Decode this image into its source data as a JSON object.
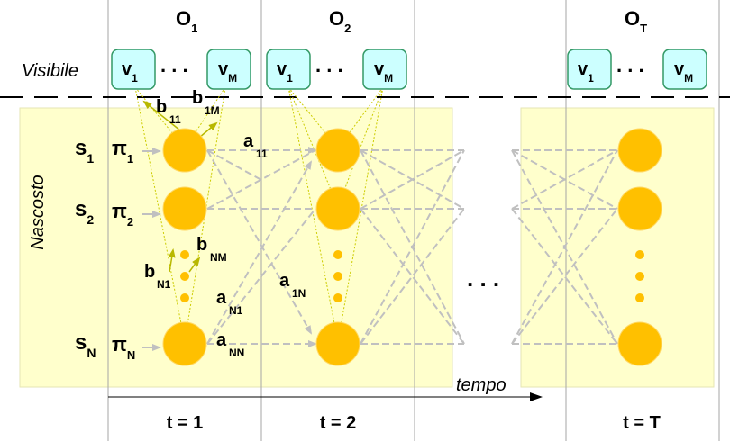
{
  "diagram": {
    "observations": [
      {
        "label": "O",
        "sub": "1"
      },
      {
        "label": "O",
        "sub": "2"
      },
      {
        "label": "O",
        "sub": "T"
      }
    ],
    "visible_label": "Visibile",
    "hidden_label": "Nascosto",
    "symbols": {
      "v_first": {
        "label": "v",
        "sub": "1"
      },
      "v_last": {
        "label": "v",
        "sub": "M"
      },
      "ellipsis": ". . ."
    },
    "states": [
      {
        "label": "s",
        "sub": "1"
      },
      {
        "label": "s",
        "sub": "2"
      },
      {
        "label": "s",
        "sub": "N"
      }
    ],
    "initial_probs": [
      {
        "label": "π",
        "sub": "1"
      },
      {
        "label": "π",
        "sub": "2"
      },
      {
        "label": "π",
        "sub": "N"
      }
    ],
    "emission_labels": [
      {
        "label": "b",
        "sub": "11"
      },
      {
        "label": "b",
        "sub": "1M"
      },
      {
        "label": "b",
        "sub": "N1"
      },
      {
        "label": "b",
        "sub": "NM"
      }
    ],
    "transition_labels": [
      {
        "label": "a",
        "sub": "11"
      },
      {
        "label": "a",
        "sub": "1N"
      },
      {
        "label": "a",
        "sub": "N1"
      },
      {
        "label": "a",
        "sub": "NN"
      }
    ],
    "middle_ellipsis": ". . .",
    "time_axis_label": "tempo",
    "time_steps": [
      "t = 1",
      "t = 2",
      "t = T"
    ],
    "colors": {
      "hidden_bg": "#ffffcc",
      "state_fill": "#ffc000",
      "symbol_fill": "#ccffff",
      "symbol_stroke": "#339966",
      "transition_arrow": "#c0c0c0",
      "emission_arrow": "#cccc00",
      "grid_line": "#a6a6a6"
    }
  }
}
